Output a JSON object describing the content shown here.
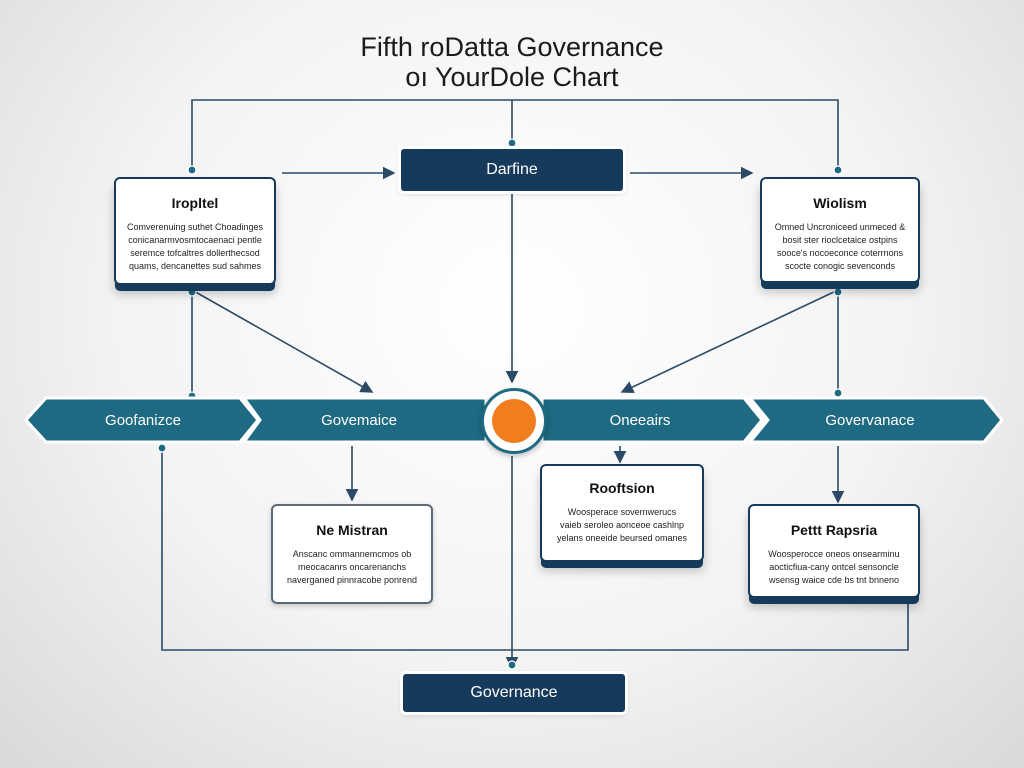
{
  "title": {
    "line1": "Fifth roDatta Governance",
    "line2": "oı YourDole Chart"
  },
  "top_box": {
    "label": "Darfine"
  },
  "bottom_box": {
    "label": "Governance"
  },
  "left_card": {
    "title": "Iropltel",
    "lines": [
      "Comverenuing suthet Choadinges",
      "conicanarmvosmtocaenaci pentle",
      "seremce tofcaltres dollerthecsod",
      "quams, dencanettes sud sahmes"
    ]
  },
  "right_card": {
    "title": "Wiolism",
    "lines": [
      "Omned Uncroniceed unmeced &",
      "bosit ster rioclcetaice ostpins",
      "sooce's nocoeconce coterrnons",
      "scocte conogic sevenconds"
    ]
  },
  "band": {
    "labels": [
      "Goofanizce",
      "Govemaice",
      "Oneeairs",
      "Govervanace"
    ]
  },
  "lower_left_card": {
    "title": "Ne Mistran",
    "lines": [
      "Anscanc ommannemcmos ob",
      "meocacanrs oncarenanchs",
      "naverganed pinnracobe ponrend"
    ]
  },
  "lower_middle_card": {
    "title": "Rooftsion",
    "lines": [
      "Woosperace sovernwerucs",
      "vaieb seroleo aonceoe cashlnp",
      "yelans oneeide beursed omanes"
    ]
  },
  "lower_right_card": {
    "title": "Pettt Rapsria",
    "lines": [
      "Woosperocce oneos onsearminu",
      "aocticfiua-cany ontcel sensoncle",
      "wsensg waice cde bs tnt bnneno"
    ]
  },
  "colors": {
    "navy": "#163a5c",
    "teal": "#1d6a82",
    "orange": "#f07d1e",
    "line": "#2b4a66"
  }
}
